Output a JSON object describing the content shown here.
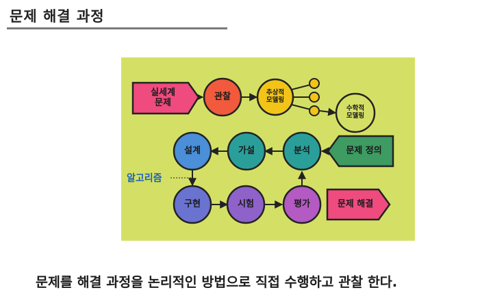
{
  "header": {
    "title": "문제 해결 과정"
  },
  "diagram": {
    "nodes": {
      "real_world_problem": "실세계\n문제",
      "observe": "관찰",
      "abstract_modeling": "추상적\n모델링",
      "math_modeling": "수학적\n모델링",
      "design": "설계",
      "hypothesis": "가설",
      "analysis": "분석",
      "problem_definition": "문제 정의",
      "implement": "구현",
      "experiment": "시험",
      "evaluate": "평가",
      "problem_solving": "문제 해결"
    },
    "algorithm_label": "알고리즘",
    "colors": {
      "background": "#d4e065",
      "pink": "#ef4b7f",
      "red_orange": "#f15a3c",
      "yellow": "#f2c418",
      "teal": "#2a9f9a",
      "blue": "#4a8fd8",
      "green": "#3e9b62",
      "purple_blue": "#6a73d0",
      "purple": "#8e62c9",
      "violet": "#b35ac3",
      "outline": "#222222"
    }
  },
  "caption": "문제를 해결 과정을 논리적인 방법으로 직접 수행하고 관찰 한다."
}
